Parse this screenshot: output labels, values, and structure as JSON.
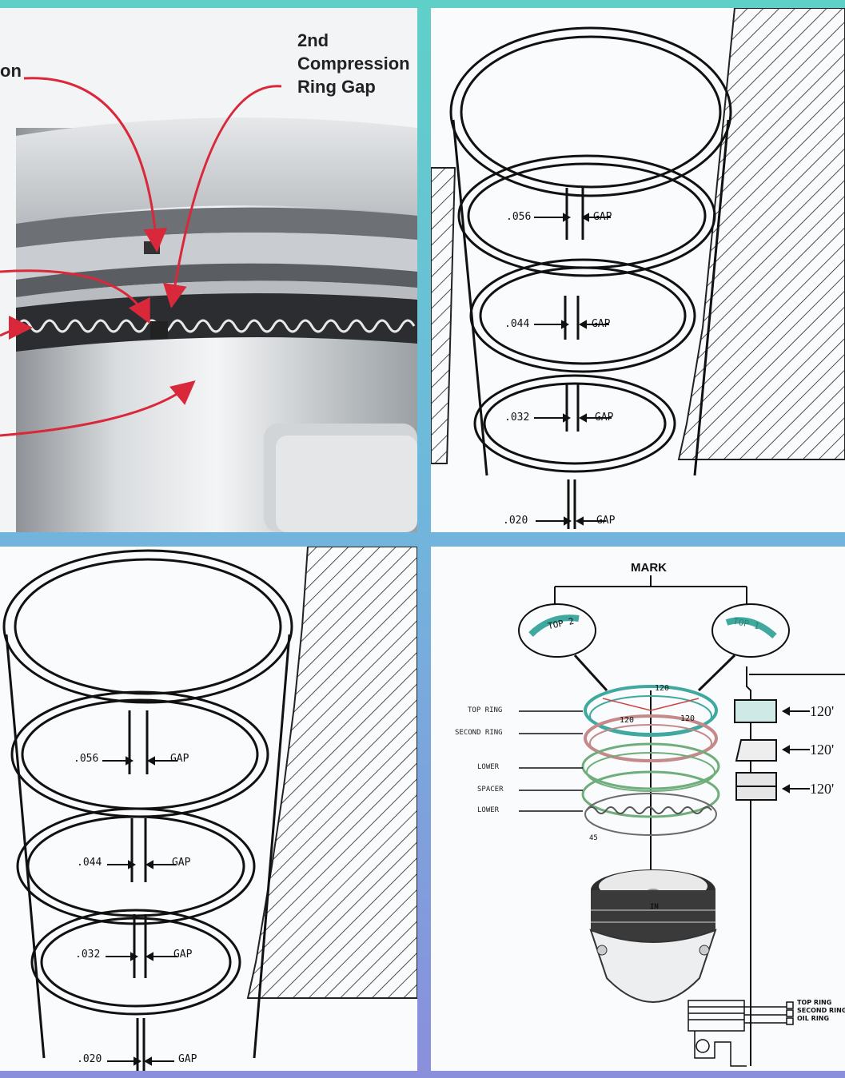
{
  "photo_panel": {
    "left_label_fragment": "on",
    "callout_lines": [
      "2nd",
      "Compression",
      "Ring Gap"
    ]
  },
  "gap_diagram_a": {
    "gaps": [
      {
        "value": ".056",
        "label": "GAP"
      },
      {
        "value": ".044",
        "label": "GAP"
      },
      {
        "value": ".032",
        "label": "GAP"
      },
      {
        "value": ".020",
        "label": "GAP"
      }
    ]
  },
  "gap_diagram_b": {
    "gaps": [
      {
        "value": ".056",
        "label": "GAP"
      },
      {
        "value": ".044",
        "label": "GAP"
      },
      {
        "value": ".032",
        "label": "GAP"
      },
      {
        "value": ".020",
        "label": "GAP"
      }
    ]
  },
  "orientation_panel": {
    "title": "MARK",
    "bubble_left": "TOP 2",
    "bubble_right": "TOP 1",
    "angles_on_ring": [
      "120",
      "120",
      "120"
    ],
    "ring_labels": [
      "TOP RING",
      "SECOND RING",
      "LOWER",
      "SPACER",
      "LOWER"
    ],
    "side_angles": [
      "120'",
      "120'",
      "120'"
    ],
    "bottom_angle": "45",
    "pin_mark": "IN",
    "legend": [
      "TOP RING",
      "SECOND RING",
      "OIL RING"
    ]
  },
  "colors": {
    "arrow_red": "#d9283a",
    "ring_teal": "#3fa9a0",
    "ring_pink": "#c48a8a",
    "ring_green": "#6fae7a",
    "ink": "#1a1a1a"
  }
}
